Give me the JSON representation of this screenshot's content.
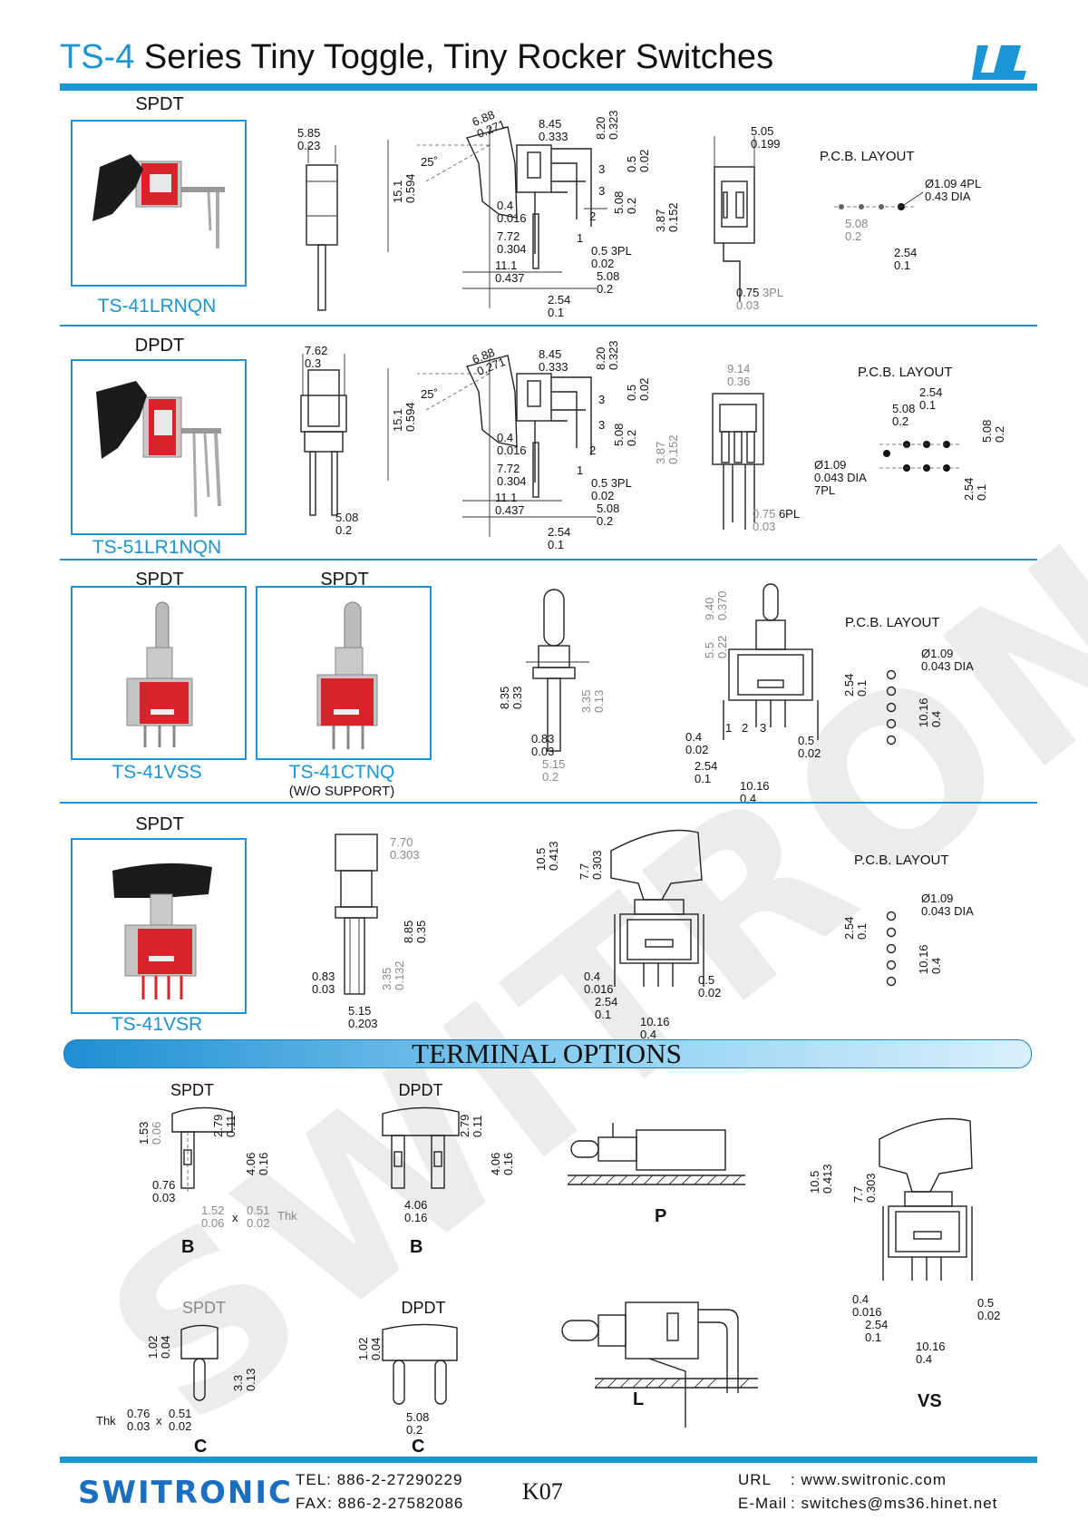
{
  "header": {
    "series": "TS-4",
    "title": " Series Tiny Toggle, Tiny Rocker Switches",
    "ul_mark": "UL recognized component mark"
  },
  "sections": [
    {
      "pole": "SPDT",
      "model": "TS-41LRNQN",
      "dims": {
        "w1": "5.85",
        "w1b": "0.23",
        "a1": "6.88",
        "a1b": "0.271",
        "a2": "8.45",
        "a2b": "0.333",
        "a3": "8.20",
        "a3b": "0.323",
        "a4": "0.5",
        "a4b": "0.02",
        "h1": "15.1",
        "h1b": "0.594",
        "ang": "25˚",
        "d1": "0.4",
        "d1b": "0.016",
        "d2": "7.72",
        "d2b": "0.304",
        "d3": "11.1",
        "d3b": "0.437",
        "d4": "5.08",
        "d4b": "0.2",
        "d5": "3.87",
        "d5b": "0.152",
        "d6": "0.5",
        "d6b": "0.02",
        "d6n": "3PL",
        "d7": "5.08",
        "d7b": "0.2",
        "d8": "2.54",
        "d8b": "0.1",
        "t1": "1",
        "t2": "2",
        "t3": "3",
        "s1": "5.05",
        "s1b": "0.199",
        "s2": "0.75",
        "s2b": "0.03",
        "s2n": "3PL",
        "pcb": "P.C.B. LAYOUT",
        "p1": "Ø1.09",
        "p1b": "0.43 DIA",
        "p1n": "4PL",
        "p2": "5.08",
        "p2b": "0.2",
        "p3": "2.54",
        "p3b": "0.1"
      }
    },
    {
      "pole": "DPDT",
      "model": "TS-51LR1NQN",
      "dims": {
        "w1": "7.62",
        "w1b": "0.3",
        "w2": "5.08",
        "w2b": "0.2",
        "a1": "6.88",
        "a1b": "0.271",
        "a2": "8.45",
        "a2b": "0.333",
        "a3": "8.20",
        "a3b": "0.323",
        "a4": "0.5",
        "a4b": "0.02",
        "h1": "15.1",
        "h1b": "0.594",
        "ang": "25˚",
        "d1": "0.4",
        "d1b": "0.016",
        "d2": "7.72",
        "d2b": "0.304",
        "d3": "11.1",
        "d3b": "0.437",
        "d4": "5.08",
        "d4b": "0.2",
        "d5": "3.87",
        "d5b": "0.152",
        "d6": "0.5",
        "d6b": "0.02",
        "d6n": "3PL",
        "d7": "5.08",
        "d7b": "0.2",
        "d8": "2.54",
        "d8b": "0.1",
        "t1": "1",
        "t2": "2",
        "t3": "3",
        "s1": "9.14",
        "s1b": "0.36",
        "s2": "0.75",
        "s2b": "0.03",
        "s2n": "6PL",
        "pcb": "P.C.B. LAYOUT",
        "p1": "Ø1.09",
        "p1b": "0.043 DIA",
        "p1n": "7PL",
        "p2": "2.54",
        "p2b": "0.1",
        "p3": "5.08",
        "p3b": "0.2",
        "p4": "5.08",
        "p4b": "0.2",
        "p5": "2.54",
        "p5b": "0.1"
      }
    },
    {
      "pole_a": "SPDT",
      "pole_b": "SPDT",
      "model_a": "TS-41VSS",
      "model_b": "TS-41CTNQ",
      "model_b_note": "(W/O SUPPORT)",
      "dims": {
        "v1": "8.35",
        "v1b": "0.33",
        "v2": "3.35",
        "v2b": "0.13",
        "v3": "0.83",
        "v3b": "0.03",
        "v4": "5.15",
        "v4b": "0.2",
        "v5": "9.40",
        "v5b": "0.370",
        "v6": "5.5",
        "v6b": "0.22",
        "v7": "0.4",
        "v7b": "0.02",
        "v8": "0.5",
        "v8b": "0.02",
        "v9": "2.54",
        "v9b": "0.1",
        "v10": "10.16",
        "v10b": "0.4",
        "t1": "1",
        "t2": "2",
        "t3": "3",
        "pcb": "P.C.B. LAYOUT",
        "p1": "Ø1.09",
        "p1b": "0.043 DIA",
        "p2": "2.54",
        "p2b": "0.1",
        "p3": "10.16",
        "p3b": "0.4"
      }
    },
    {
      "pole": "SPDT",
      "model": "TS-41VSR",
      "dims": {
        "r1": "7.70",
        "r1b": "0.303",
        "r2": "8.85",
        "r2b": "0.35",
        "r3": "0.83",
        "r3b": "0.03",
        "r4": "3.35",
        "r4b": "0.132",
        "r5": "5.15",
        "r5b": "0.203",
        "r6": "10.5",
        "r6b": "0.413",
        "r7": "7.7",
        "r7b": "0.303",
        "r8": "0.4",
        "r8b": "0.016",
        "r9": "0.5",
        "r9b": "0.02",
        "r10": "2.54",
        "r10b": "0.1",
        "r11": "10.16",
        "r11b": "0.4",
        "pcb": "P.C.B. LAYOUT",
        "p1": "Ø1.09",
        "p1b": "0.043 DIA",
        "p2": "2.54",
        "p2b": "0.1",
        "p3": "10.16",
        "p3b": "0.4"
      }
    }
  ],
  "terminal_options": {
    "banner": "TERMINAL OPTIONS",
    "b_spdt": {
      "pole": "SPDT",
      "label": "B",
      "d1": "1.53",
      "d1b": "0.06",
      "d2": "2.79",
      "d2b": "0.11",
      "d3": "4.06",
      "d3b": "0.16",
      "d4": "0.76",
      "d4b": "0.03",
      "d5": "1.52",
      "d5b": "0.06",
      "x": "x",
      "d6": "0.51",
      "d6b": "0.02",
      "thk": "Thk"
    },
    "b_dpdt": {
      "pole": "DPDT",
      "label": "B",
      "d1": "2.79",
      "d1b": "0.11",
      "d2": "4.06",
      "d2b": "0.16",
      "d3": "4.06",
      "d3b": "0.16"
    },
    "c_spdt": {
      "pole": "SPDT",
      "label": "C",
      "d1": "1.02",
      "d1b": "0.04",
      "d2": "3.3",
      "d2b": "0.13",
      "thk": "Thk",
      "d3": "0.76",
      "d3b": "0.03",
      "x": "x",
      "d4": "0.51",
      "d4b": "0.02"
    },
    "c_dpdt": {
      "pole": "DPDT",
      "label": "C",
      "d1": "1.02",
      "d1b": "0.04",
      "d2": "5.08",
      "d2b": "0.2"
    },
    "p": {
      "label": "P"
    },
    "l": {
      "label": "L"
    },
    "vs": {
      "label": "VS",
      "d1": "10.5",
      "d1b": "0.413",
      "d2": "7.7",
      "d2b": "0.303",
      "d3": "0.4",
      "d3b": "0.016",
      "d4": "0.5",
      "d4b": "0.02",
      "d5": "2.54",
      "d5b": "0.1",
      "d6": "10.16",
      "d6b": "0.4"
    }
  },
  "footer": {
    "brand": "SWITRONIC",
    "tel": "TEL: 886-2-27290229",
    "fax": "FAX: 886-2-27582086",
    "page": "K07",
    "url_label": "URL",
    "url": ": www.switronic.com",
    "email_label": "E-Mail",
    "email": ": switches@ms36.hinet.net"
  },
  "watermark": "SWITRONIC",
  "colors": {
    "accent": "#1a95d6",
    "red": "#d8232a",
    "brand": "#1a6fc0"
  }
}
